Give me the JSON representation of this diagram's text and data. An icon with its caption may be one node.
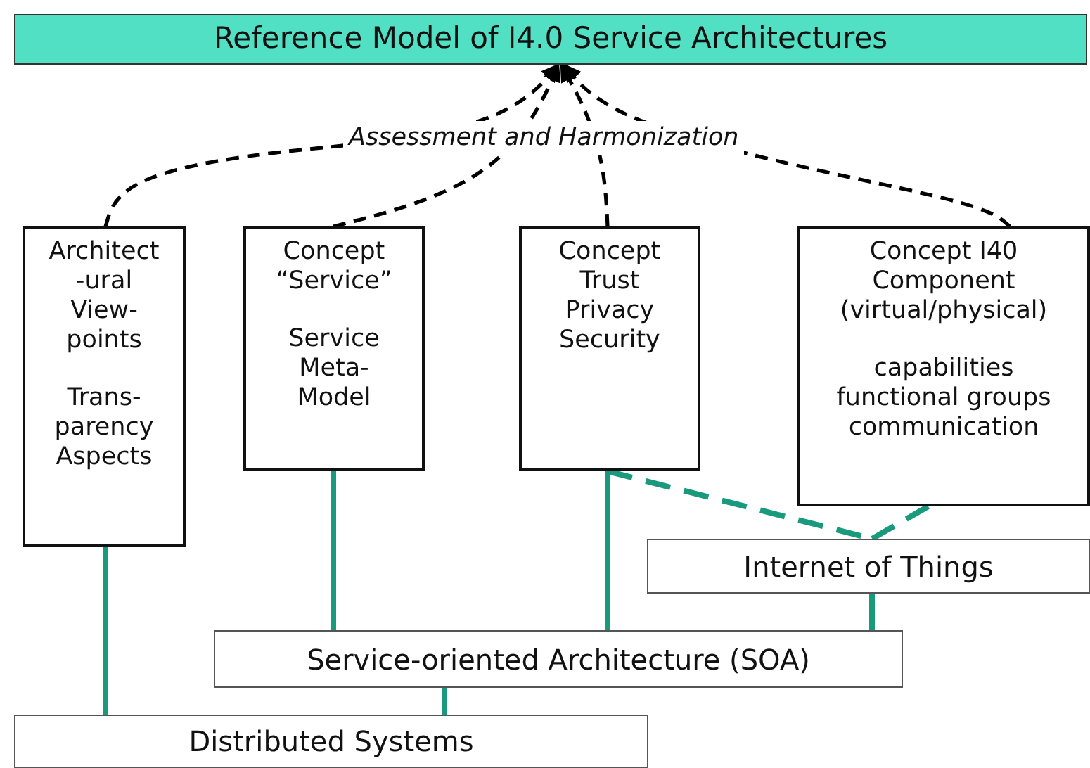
{
  "diagram": {
    "nodes": [
      {
        "text": [
          "Reference Model of I4.0 Service Architectures"
        ]
      },
      {
        "text": [
          "Architect -ural View- points",
          "Trans- parency Aspects"
        ]
      },
      {
        "text": [
          "Concept “Service”",
          "Service Meta- Model"
        ]
      },
      {
        "text": [
          "Concept Trust Privacy Security"
        ]
      },
      {
        "text": [
          "Concept I40 Component (virtual/physical)",
          "capabilities functional groups communication"
        ]
      },
      {
        "text": [
          "Internet of Things"
        ]
      },
      {
        "text": [
          "Service-oriented Architecture (SOA)"
        ]
      },
      {
        "text": [
          "Distributed Systems"
        ]
      }
    ],
    "edges": [
      {
        "from": 1,
        "to": 0,
        "arrow": "to",
        "style": "dashed",
        "color": "#000000"
      },
      {
        "from": 2,
        "to": 0,
        "arrow": "to",
        "style": "dashed",
        "color": "#000000"
      },
      {
        "from": 3,
        "to": 0,
        "arrow": "to",
        "style": "dashed",
        "color": "#000000"
      },
      {
        "from": 4,
        "to": 0,
        "arrow": "to",
        "style": "dashed",
        "color": "#000000"
      },
      {
        "from": 3,
        "to": 5,
        "arrow": "none",
        "style": "dashed"
      },
      {
        "from": 4,
        "to": 5,
        "arrow": "none",
        "style": "dashed"
      },
      {
        "from": 1,
        "to": 7,
        "arrow": "none"
      },
      {
        "from": 2,
        "to": 6,
        "arrow": "none"
      },
      {
        "from": 3,
        "to": 6,
        "arrow": "none"
      },
      {
        "from": 5,
        "to": 6,
        "arrow": "none"
      },
      {
        "from": 6,
        "to": 7,
        "arrow": "none"
      }
    ],
    "labels": [
      "Assessment and Harmonization"
    ]
  }
}
